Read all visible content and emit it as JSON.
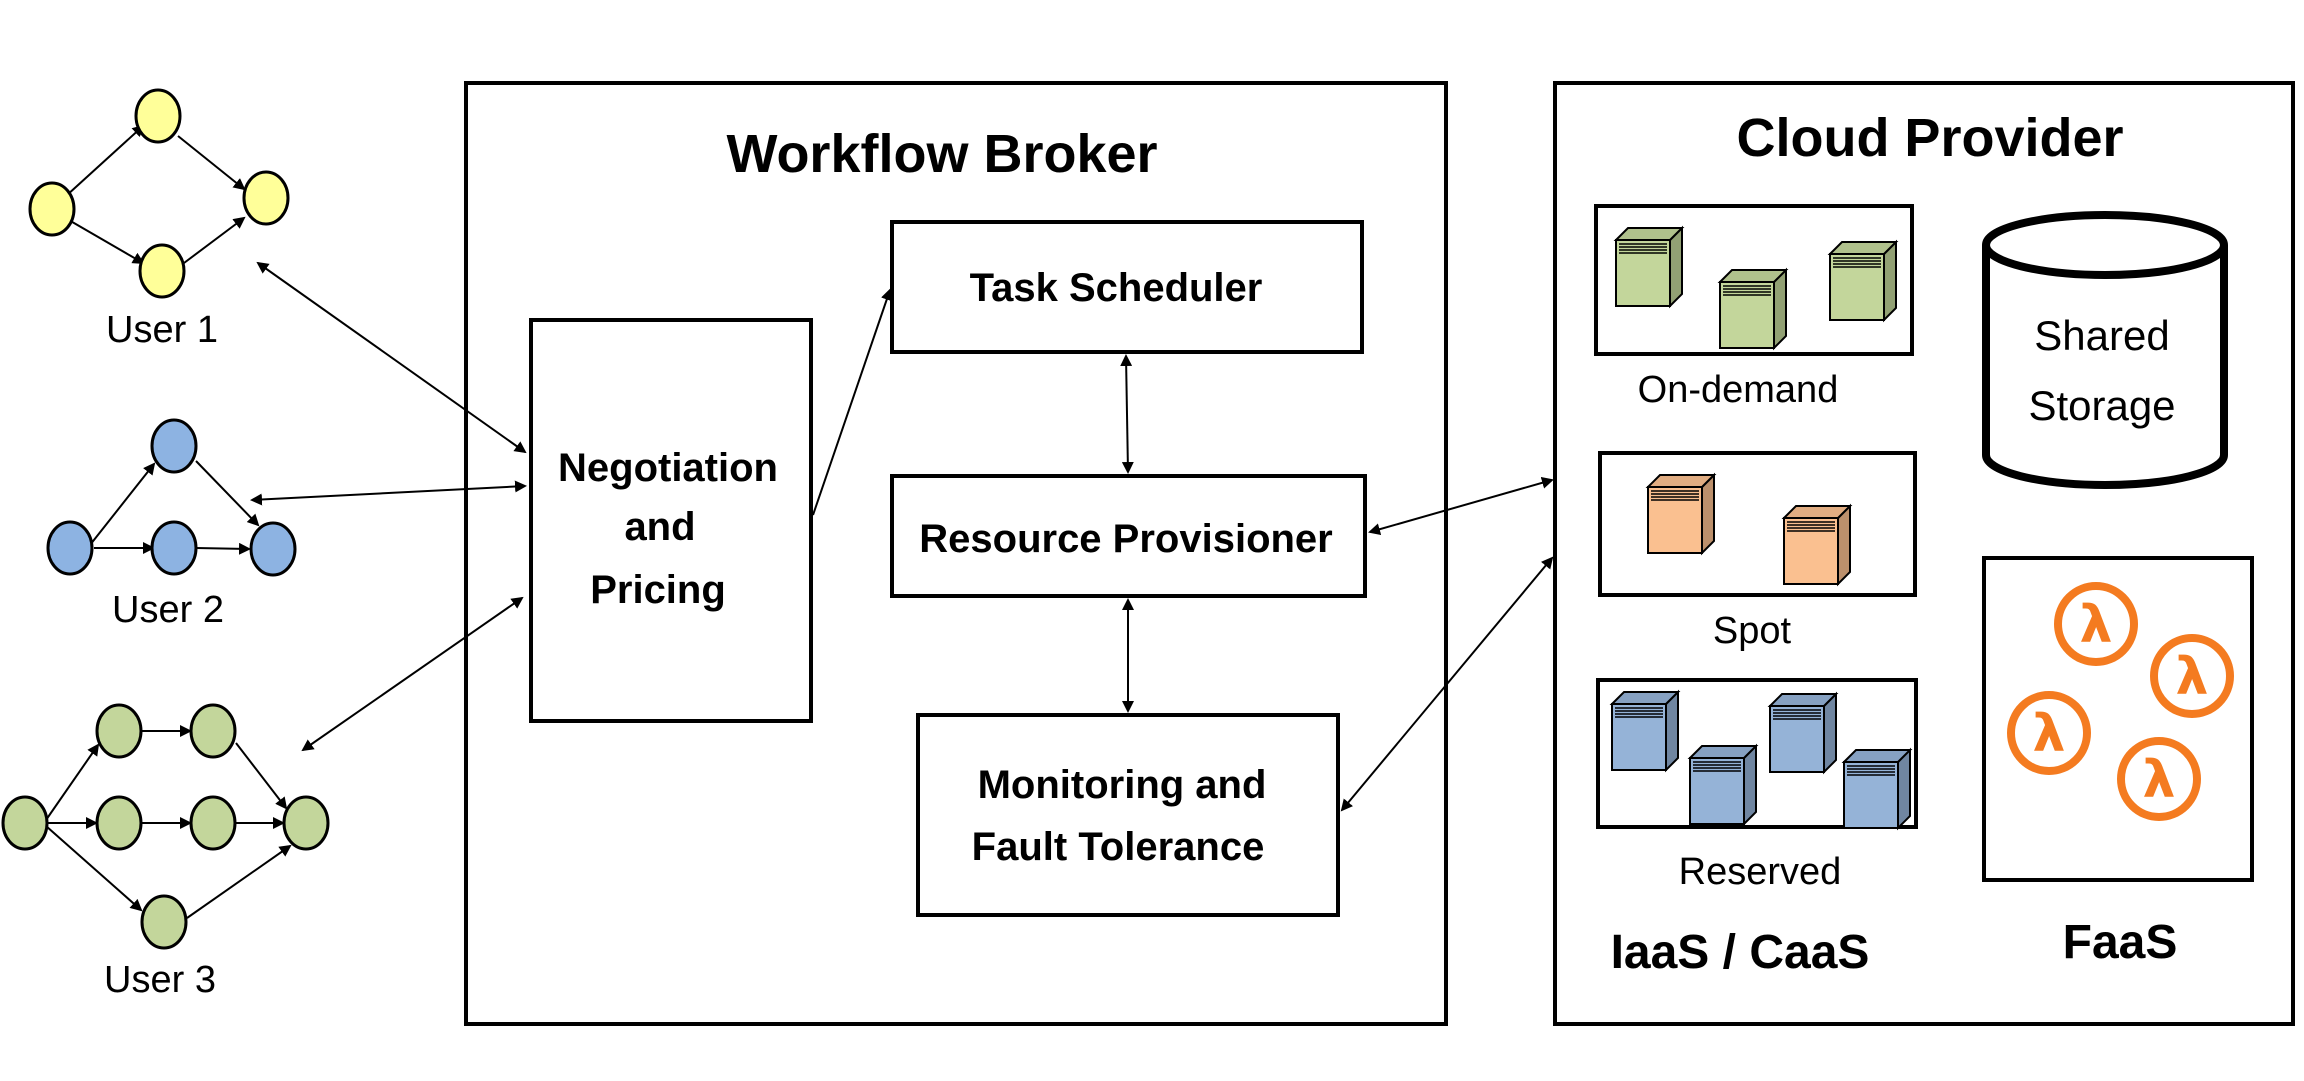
{
  "users": [
    {
      "label": "User 1",
      "color": "#ffff99"
    },
    {
      "label": "User 2",
      "color": "#8db3e2"
    },
    {
      "label": "User 3",
      "color": "#c3d69b"
    }
  ],
  "broker": {
    "title": "Workflow Broker",
    "negotiation_label": [
      "Negotiation",
      "and",
      "Pricing"
    ],
    "task_scheduler_label": "Task Scheduler",
    "resource_provisioner_label": "Resource Provisioner",
    "monitoring_label": [
      "Monitoring and",
      "Fault Tolerance"
    ]
  },
  "cloud": {
    "title": "Cloud Provider",
    "iaas_label": "IaaS / CaaS",
    "faas_label": "FaaS",
    "storage_label": [
      "Shared",
      "Storage"
    ],
    "pools": [
      {
        "label": "On-demand",
        "server_color": "#c3d69b"
      },
      {
        "label": "Spot",
        "server_color": "#fac090"
      },
      {
        "label": "Reserved",
        "server_color": "#95b3d7"
      }
    ],
    "lambda_symbol": "λ",
    "lambda_color": "#f47b20"
  }
}
